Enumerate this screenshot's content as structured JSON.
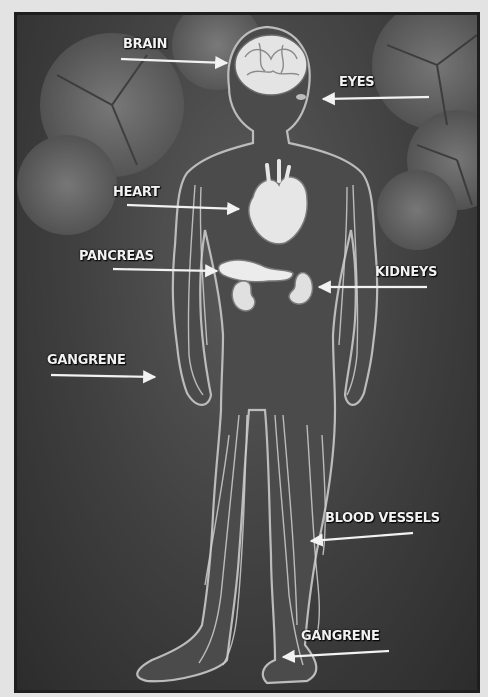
{
  "diagram": {
    "labels": {
      "brain": "BRAIN",
      "eyes": "EYES",
      "heart": "HEART",
      "pancreas": "PANCREAS",
      "kidneys": "KIDNEYS",
      "gangrene_hand": "GANGRENE",
      "blood_vessels": "BLOOD VESSELS",
      "gangrene_foot": "GANGRENE"
    },
    "colors": {
      "background": "#3f3f3f",
      "label_text": "#f2f2f2",
      "organ": "#e8e8e8",
      "vessel": "#cfcfcf"
    }
  }
}
